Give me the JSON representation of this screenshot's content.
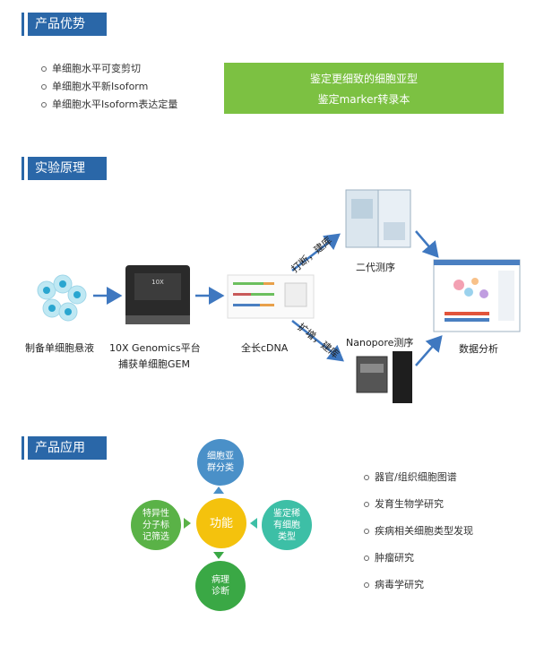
{
  "sections": {
    "advantages": "产品优势",
    "principle": "实验原理",
    "applications": "产品应用"
  },
  "advantages": {
    "bullets": [
      "单细胞水平可变剪切",
      "单细胞水平新Isoform",
      "单细胞水平Isoform表达定量"
    ],
    "box_lines": [
      "鉴定更细致的细胞亚型",
      "鉴定marker转录本"
    ]
  },
  "workflow": {
    "step1": "制备单细胞悬液",
    "step2_line1": "10X Genomics平台",
    "step2_line2": "捕获单细胞GEM",
    "step3": "全长cDNA",
    "upper_branch": "打断，建库",
    "lower_branch": "扩增，建库",
    "ngs": "二代测序",
    "nanopore": "Nanopore测序",
    "analysis": "数据分析"
  },
  "center_circle": "功能",
  "satellites": {
    "top": [
      "细胞亚",
      "群分类"
    ],
    "left": [
      "特异性",
      "分子标",
      "记筛选"
    ],
    "right": [
      "鉴定稀",
      "有细胞",
      "类型"
    ],
    "bottom": [
      "病理",
      "诊断"
    ]
  },
  "application_list": [
    "器官/组织细胞图谱",
    "发育生物学研究",
    "疾病相关细胞类型发现",
    "肿瘤研究",
    "病毒学研究"
  ],
  "colors": {
    "header_blue": "#2a67a8",
    "green_box": "#7cc142",
    "center_yellow": "#f4c20d",
    "top_blue": "#4a90c8",
    "left_green": "#5ab247",
    "right_teal": "#3dbfa6",
    "bottom_green": "#3aa845"
  }
}
